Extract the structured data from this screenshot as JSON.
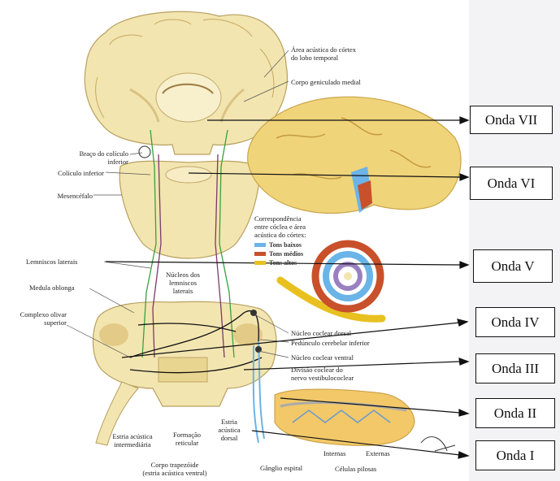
{
  "colors": {
    "bass": "#6ab4e8",
    "mid": "#c8502a",
    "high": "#e8c020",
    "tissue": "#f2e5b0",
    "tissue_dark": "#e2c979",
    "green": "#3aa040",
    "purple": "#7a3a6a"
  },
  "labels": {
    "area_acustica": "Área acústica do córtex\ndo lobo temporal",
    "corpo_geniculado": "Corpo geniculado medial",
    "braco_coliculo": "Braço do colículo\ninferior",
    "coliculo_inferior": "Colículo inferior",
    "mesencefalo": "Mesencéfalo",
    "correspondencia": "Correspondência\nentre cóclea e área\nacústica do córtex:",
    "tons_baixos": "Tons baixos",
    "tons_medios": "Tons médios",
    "tons_altos": "Tons altos",
    "lemniscos_laterais": "Lemniscos laterais",
    "nucleos_lemniscos": "Núcleos dos\nlemniscos\nlaterais",
    "medula_oblonga": "Medula oblonga",
    "complexo_olivar": "Complexo olivar\nsuperior",
    "nucleo_coclear_dorsal": "Núcleo coclear dorsal",
    "pedunculo": "Pedúnculo cerebelar inferior",
    "nucleo_coclear_ventral": "Núcleo coclear ventral",
    "divisao_coclear": "Divisão coclear do\nnervo vestibulococlear",
    "estria_intermediaria": "Estria acústica\nintermediária",
    "formacao_reticular": "Formação\nreticular",
    "estria_dorsal": "Estria\nacústica\ndorsal",
    "corpo_trapezoide": "Corpo trapezóide\n(estria acústica ventral)",
    "ganglio_espiral": "Gânglio espiral",
    "internas": "Internas",
    "externas": "Externas",
    "celulas_pilosas": "Células pilosas"
  },
  "waves": [
    "Onda VII",
    "Onda VI",
    "Onda V",
    "Onda IV",
    "Onda III",
    "Onda II",
    "Onda I"
  ]
}
